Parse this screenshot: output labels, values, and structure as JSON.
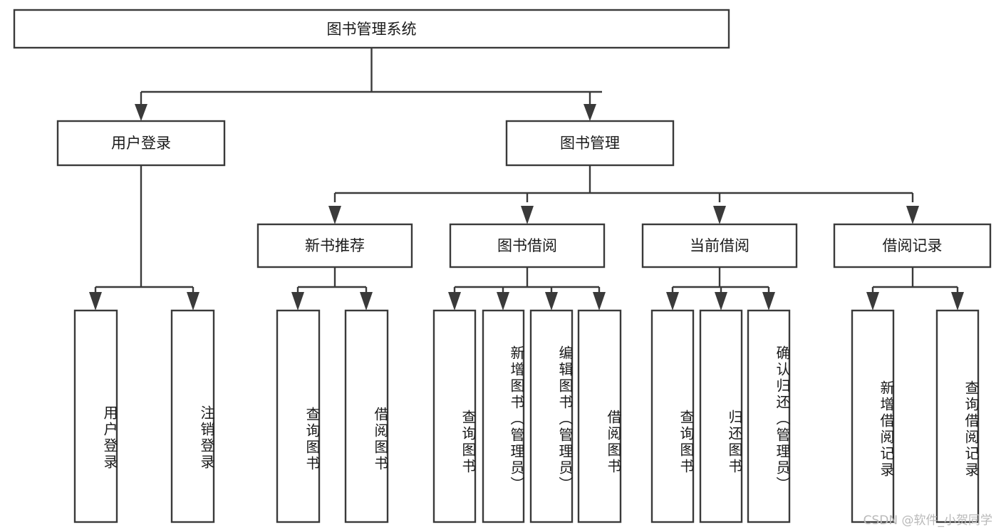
{
  "diagram": {
    "type": "tree-hierarchy",
    "title": "图书管理系统",
    "orientation": "top-down",
    "watermark": "CSDN @软件_小贺同学",
    "colors": {
      "box_fill": "#ffffff",
      "box_stroke": "#3a3a3a",
      "connector": "#3a3a3a",
      "text": "#1a1a1a",
      "watermark": "#b9b9b9",
      "background": "#ffffff"
    },
    "levels": {
      "root": {
        "label": "图书管理系统"
      },
      "level2": [
        {
          "label": "用户登录"
        },
        {
          "label": "图书管理"
        }
      ],
      "level3": [
        {
          "label": "新书推荐"
        },
        {
          "label": "图书借阅"
        },
        {
          "label": "当前借阅"
        },
        {
          "label": "借阅记录"
        }
      ],
      "level4": [
        {
          "label": "用户登录",
          "parent": "用户登录"
        },
        {
          "label": "注销登录",
          "parent": "用户登录"
        },
        {
          "label": "查询图书",
          "parent": "新书推荐"
        },
        {
          "label": "借阅图书",
          "parent": "新书推荐"
        },
        {
          "label": "查询图书",
          "parent": "图书借阅"
        },
        {
          "label": "新增图书（管理员）",
          "parent": "图书借阅"
        },
        {
          "label": "编辑图书（管理员）",
          "parent": "图书借阅"
        },
        {
          "label": "借阅图书",
          "parent": "图书借阅"
        },
        {
          "label": "查询图书",
          "parent": "当前借阅"
        },
        {
          "label": "归还图书",
          "parent": "当前借阅"
        },
        {
          "label": "确认归还（管理员）",
          "parent": "当前借阅"
        },
        {
          "label": "新增借阅记录",
          "parent": "借阅记录"
        },
        {
          "label": "查询借阅记录",
          "parent": "借阅记录"
        }
      ]
    }
  }
}
